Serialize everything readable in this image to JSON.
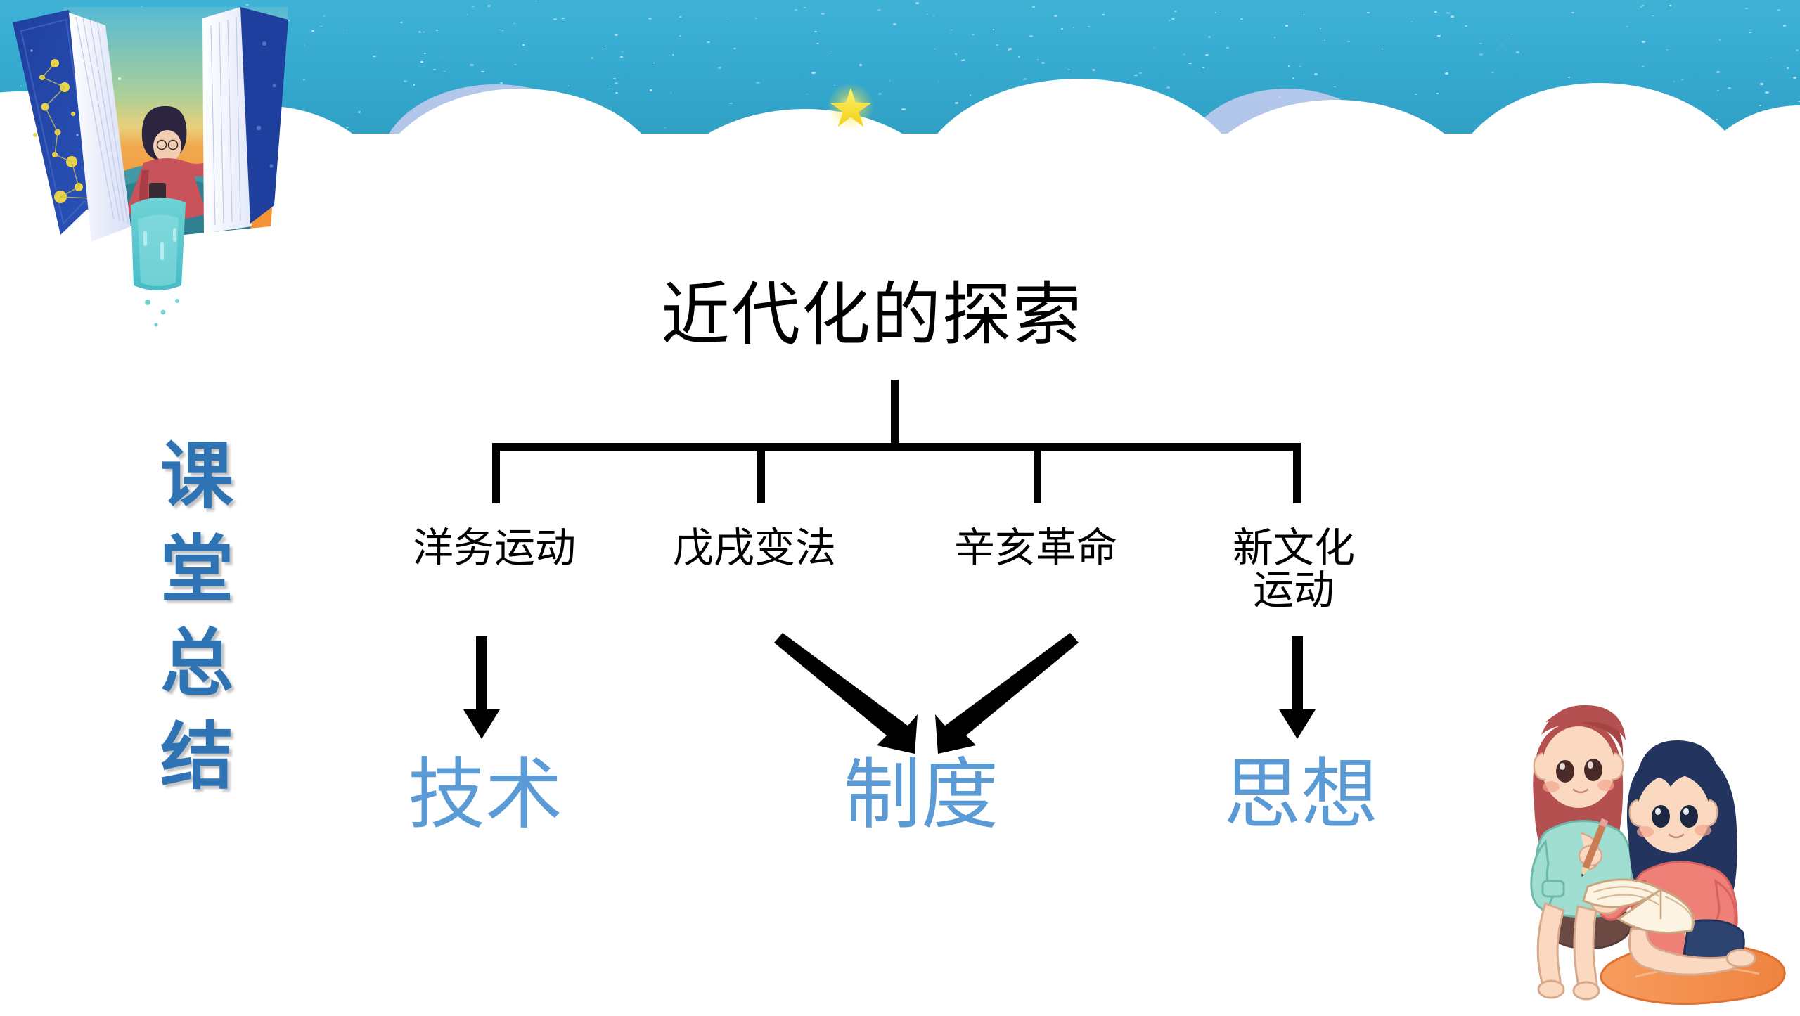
{
  "slide": {
    "side_heading_chars": [
      "课",
      "堂",
      "总",
      "结"
    ],
    "title": "近代化的探索",
    "colors": {
      "sky": "#35a9cf",
      "heading_blue": "#2e74b5",
      "outcome_blue": "#5b9bd5",
      "line_black": "#000000",
      "star_yellow": "#f5e03c"
    },
    "branches": [
      {
        "label": "洋务运动",
        "label_line2": ""
      },
      {
        "label": "戊戌变法",
        "label_line2": ""
      },
      {
        "label": "辛亥革命",
        "label_line2": ""
      },
      {
        "label": "新文化",
        "label_line2": "运动"
      }
    ],
    "outcomes": [
      {
        "label": "技术"
      },
      {
        "label": "制度"
      },
      {
        "label": "思想"
      }
    ],
    "decorations": {
      "top_banner": "sky-cloud-banner",
      "star": "yellow-star-icon",
      "book_art": "open-book-girl-illustration",
      "girls_art": "two-girls-reading-illustration"
    }
  }
}
